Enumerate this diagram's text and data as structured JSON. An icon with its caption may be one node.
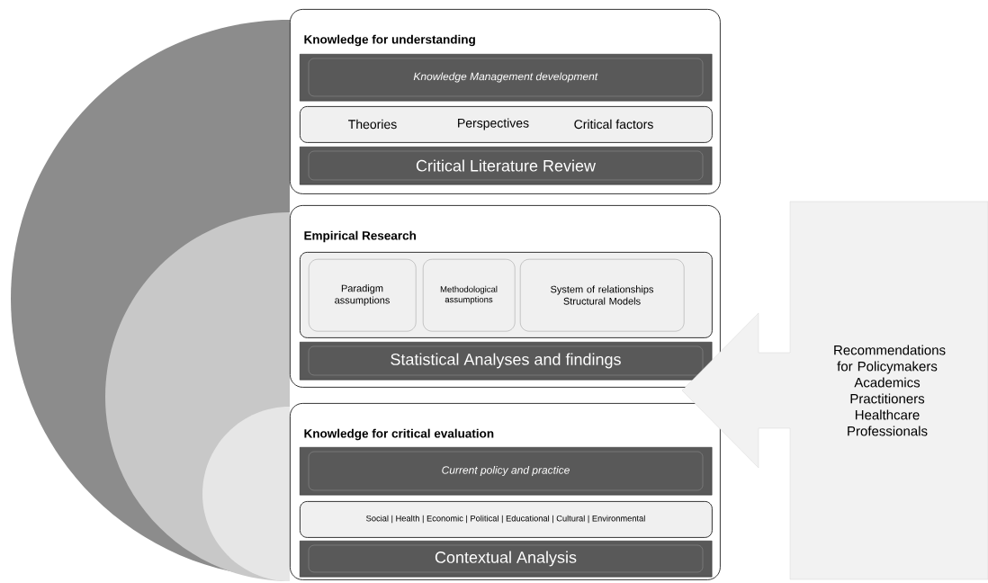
{
  "diagram": {
    "nodes": [
      {
        "text": [
          "Knowledge for understanding"
        ]
      },
      {
        "text": [
          "*Knowledge Management development*"
        ],
        "in": 0
      },
      {
        "text": [
          "Theories",
          "Perspectives",
          "Critical factors"
        ],
        "in": 0
      },
      {
        "text": [
          "Critical Literature Review"
        ],
        "in": 0
      },
      {
        "text": [
          "Empirical Research"
        ]
      },
      {
        "text": [],
        "shape": "box",
        "in": 4
      },
      {
        "text": [
          "Paradigm assumptions"
        ],
        "in": 5
      },
      {
        "text": [
          "Methodological assumptions"
        ],
        "in": 5
      },
      {
        "text": [
          "System of relationships Structural Models"
        ],
        "in": 5
      },
      {
        "text": [
          "Statistical Analyses and findings"
        ],
        "in": 4
      },
      {
        "text": [
          "Knowledge for critical evaluation"
        ]
      },
      {
        "text": [
          "*Current policy and practice*"
        ],
        "in": 10
      },
      {
        "text": [
          "Social | Health | Economic | Political | Educational | Cultural | Environmental"
        ],
        "in": 10
      },
      {
        "text": [
          "Contextual Analysis"
        ],
        "in": 10
      },
      {
        "text": [
          "Recommendations for Policymakers Academics Practitioners Healthcare Professionals"
        ]
      }
    ]
  }
}
